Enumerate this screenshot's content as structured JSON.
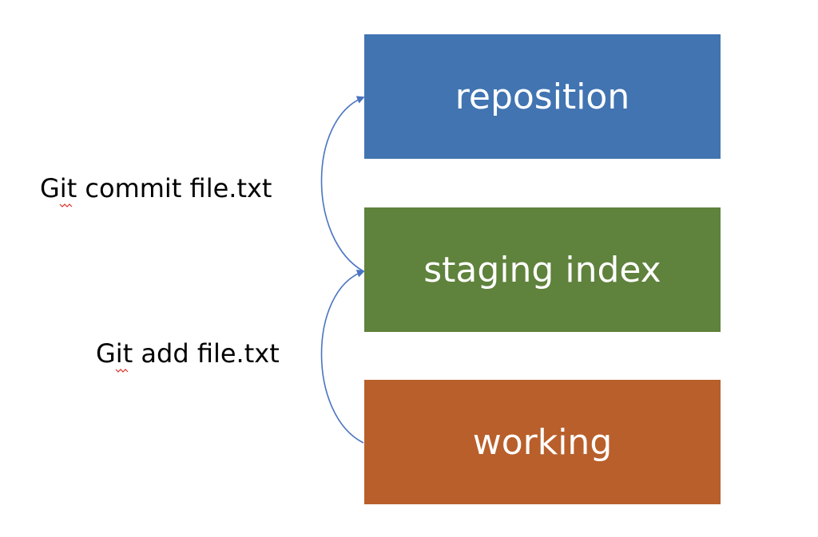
{
  "boxes": {
    "repository": {
      "label": "reposition",
      "color": "#4174b1"
    },
    "staging": {
      "label": "staging index",
      "color": "#5f823c"
    },
    "working": {
      "label": "working",
      "color": "#b85f2b"
    }
  },
  "transitions": {
    "commit": {
      "label": "Git commit file.txt"
    },
    "add": {
      "label": "Git add file.txt"
    }
  },
  "colors": {
    "arrow": "#4a74c0",
    "spellcheck": "#d8342c"
  }
}
